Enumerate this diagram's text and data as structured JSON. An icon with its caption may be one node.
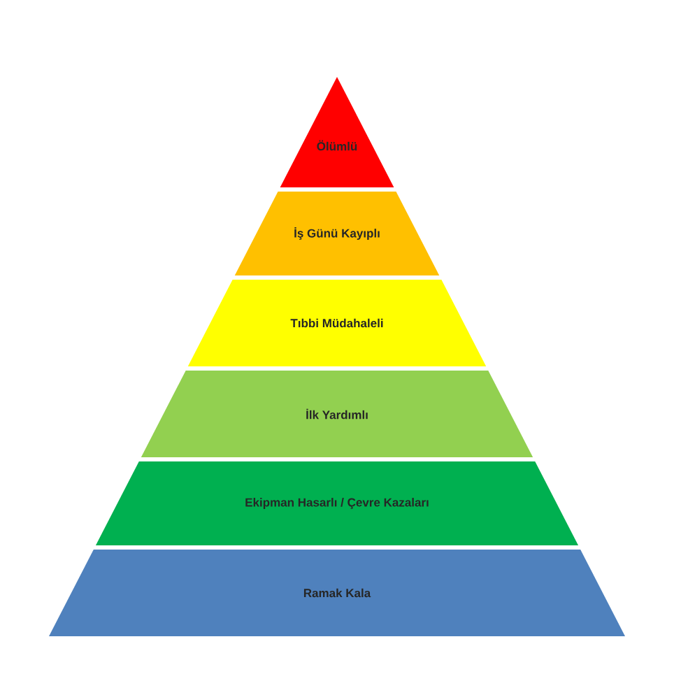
{
  "diagram": {
    "nodes": [
      {
        "text": [
          "Ölümlü"
        ]
      },
      {
        "text": [
          "İş Günü Kayıplı"
        ]
      },
      {
        "text": [
          "Tıbbi Müdahaleli"
        ]
      },
      {
        "text": [
          "İlk Yardımlı"
        ]
      },
      {
        "text": [
          "Ekipman Hasarlı / Çevre Kazaları"
        ]
      },
      {
        "text": [
          "Ramak Kala"
        ]
      }
    ]
  }
}
